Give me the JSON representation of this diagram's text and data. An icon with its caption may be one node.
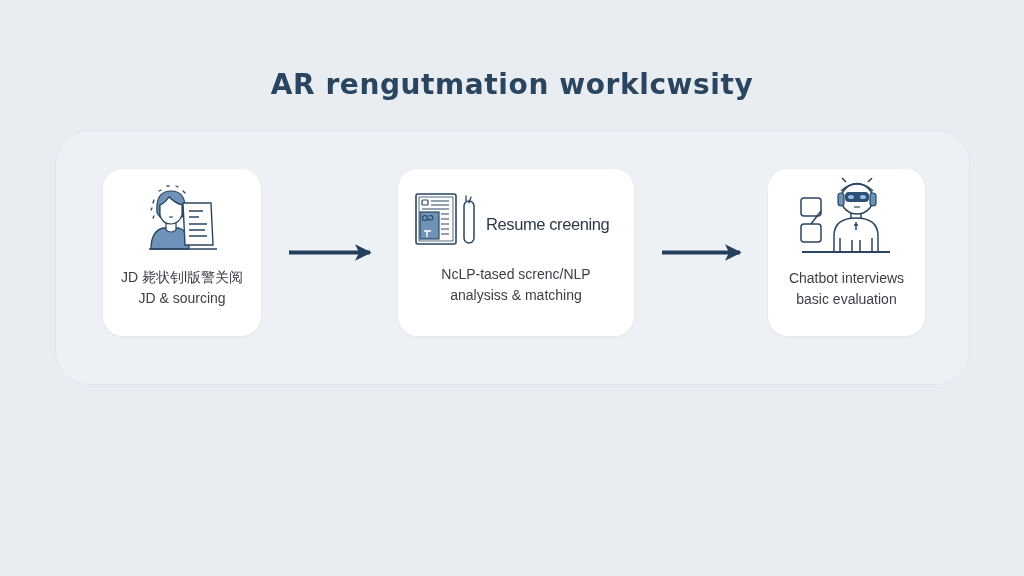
{
  "diagram": {
    "title": "AR rengutmation worklcwsity",
    "nodes": [
      {
        "text": [],
        "shape": "box"
      },
      {
        "text": [
          "JD 毙状钊l版警关阅",
          "JD & sourcing"
        ],
        "in": 0
      },
      {
        "text": [
          "Resume creening",
          "NcLP-tased screnc/NLP analysiss & matching"
        ],
        "in": 0
      },
      {
        "text": [
          "Chatbot interviews basic evaluation"
        ],
        "in": 0
      }
    ],
    "edges": [
      {
        "from": 1,
        "to": 2,
        "arrow": "to"
      },
      {
        "from": 2,
        "to": 3,
        "arrow": "to"
      }
    ]
  }
}
